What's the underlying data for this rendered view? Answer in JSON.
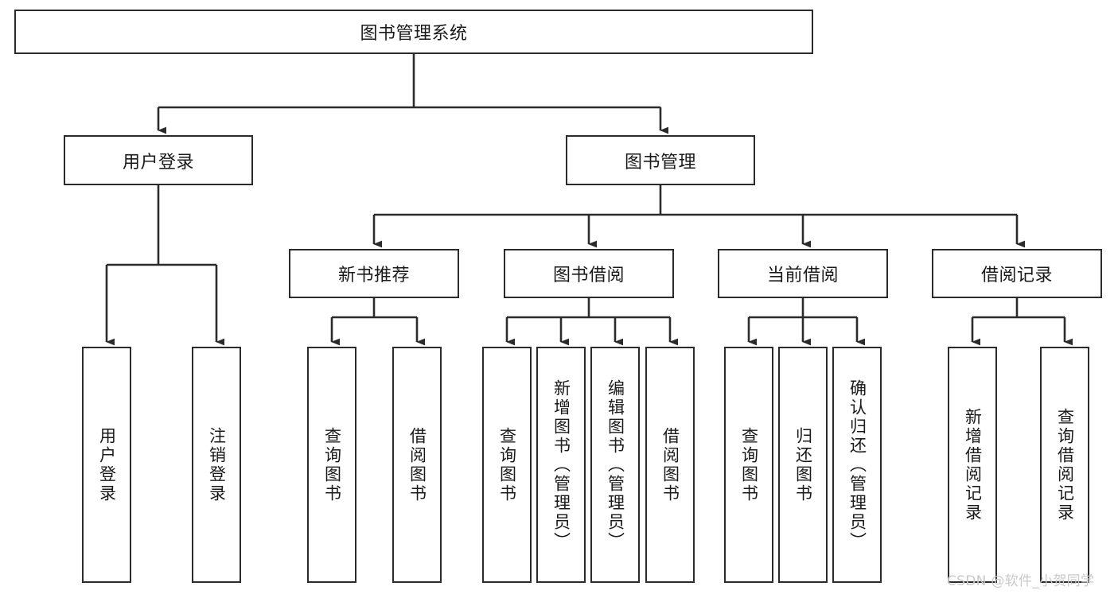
{
  "diagram": {
    "title_node": {
      "label": "图书管理系统"
    },
    "level2": [
      {
        "id": "user-login",
        "label": "用户登录"
      },
      {
        "id": "book-manage",
        "label": "图书管理"
      }
    ],
    "level3": [
      {
        "id": "new-book-recommend",
        "label": "新书推荐"
      },
      {
        "id": "book-borrow",
        "label": "图书借阅"
      },
      {
        "id": "current-borrow",
        "label": "当前借阅"
      },
      {
        "id": "borrow-record",
        "label": "借阅记录"
      }
    ],
    "leaves": [
      {
        "id": "leaf-user-login",
        "label": "用户登录"
      },
      {
        "id": "leaf-logout-login",
        "label": "注销登录"
      },
      {
        "id": "leaf-query-book-1",
        "label": "查询图书"
      },
      {
        "id": "leaf-borrow-book-1",
        "label": "借阅图书"
      },
      {
        "id": "leaf-query-book-2",
        "label": "查询图书"
      },
      {
        "id": "leaf-add-book",
        "label": "新增图书（管理员）"
      },
      {
        "id": "leaf-edit-book",
        "label": "编辑图书（管理员）"
      },
      {
        "id": "leaf-borrow-book-2",
        "label": "借阅图书"
      },
      {
        "id": "leaf-query-book-3",
        "label": "查询图书"
      },
      {
        "id": "leaf-return-book",
        "label": "归还图书"
      },
      {
        "id": "leaf-confirm-return",
        "label": "确认归还（管理员）"
      },
      {
        "id": "leaf-add-record",
        "label": "新增借阅记录"
      },
      {
        "id": "leaf-query-record",
        "label": "查询借阅记录"
      }
    ]
  },
  "watermark": {
    "text": "CSDN @软件_小贺同学"
  },
  "colors": {
    "background": "#ffffff",
    "stroke": "#2b2b2b",
    "text": "#1a1a1a",
    "watermark": "#c9c9c9"
  }
}
